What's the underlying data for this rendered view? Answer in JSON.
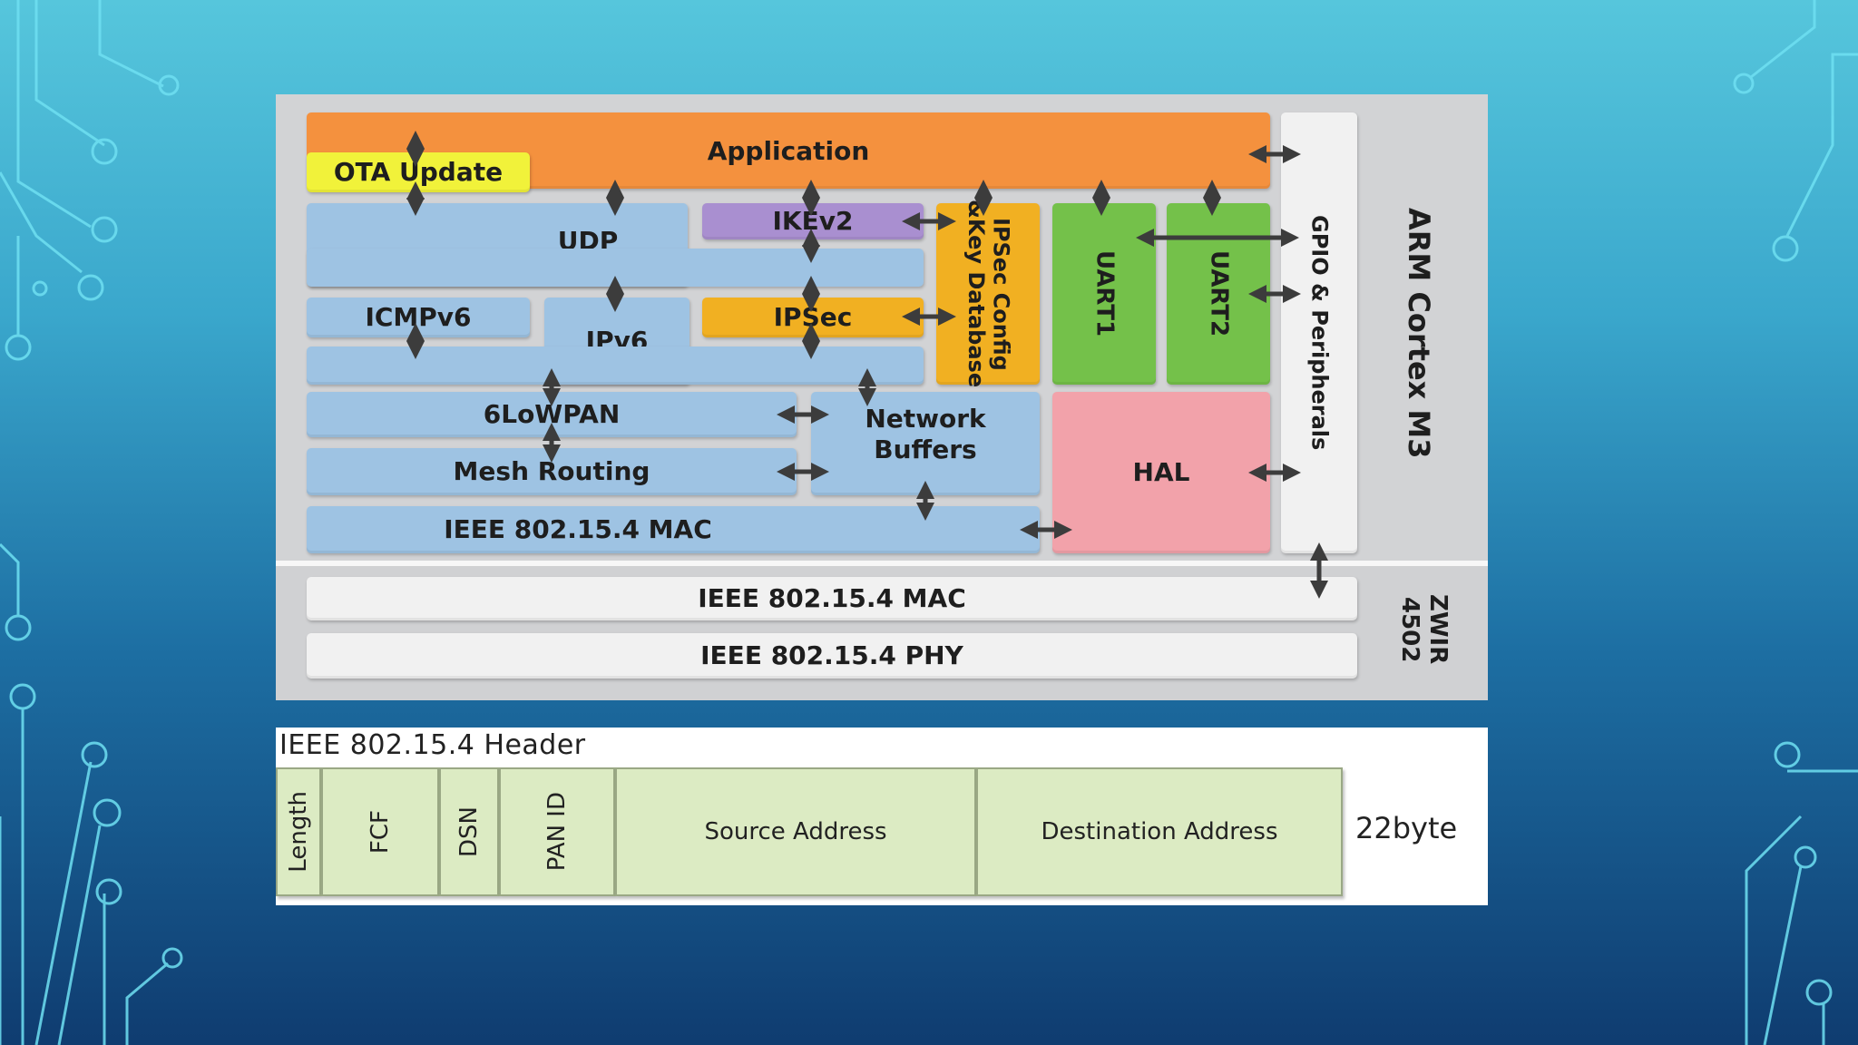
{
  "stack": {
    "application": "Application",
    "ota_update": "OTA Update",
    "udp": "UDP",
    "ikev2": "IKEv2",
    "icmpv6": "ICMPv6",
    "ipv6": "IPv6",
    "ipsec": "IPSec",
    "ipsec_config": "IPSec Config\n&Key Database",
    "uart1": "UART1",
    "uart2": "UART2",
    "gpio": "GPIO & Peripherals",
    "arm": "ARM Cortex M3",
    "sixlowpan": "6LoWPAN",
    "mesh_routing": "Mesh Routing",
    "network_buffers": "Network\nBuffers",
    "hal": "HAL",
    "mac_top": "IEEE 802.15.4 MAC",
    "mac_bottom": "IEEE 802.15.4 MAC",
    "phy": "IEEE 802.15.4 PHY",
    "zwir": "ZWIR\n4502"
  },
  "header_table": {
    "title": "IEEE 802.15.4 Header",
    "fields": [
      "Length",
      "FCF",
      "DSN",
      "PAN ID",
      "Source Address",
      "Destination Address"
    ],
    "total": "22byte"
  },
  "colors": {
    "application": "#f4913e",
    "ota": "#f1f23a",
    "blue_blocks": "#9ec3e3",
    "ikev2": "#a98fd0",
    "ipsec": "#f1b022",
    "uart": "#74c14a",
    "hal": "#f2a2aa",
    "header_cell": "#dcebc3"
  }
}
